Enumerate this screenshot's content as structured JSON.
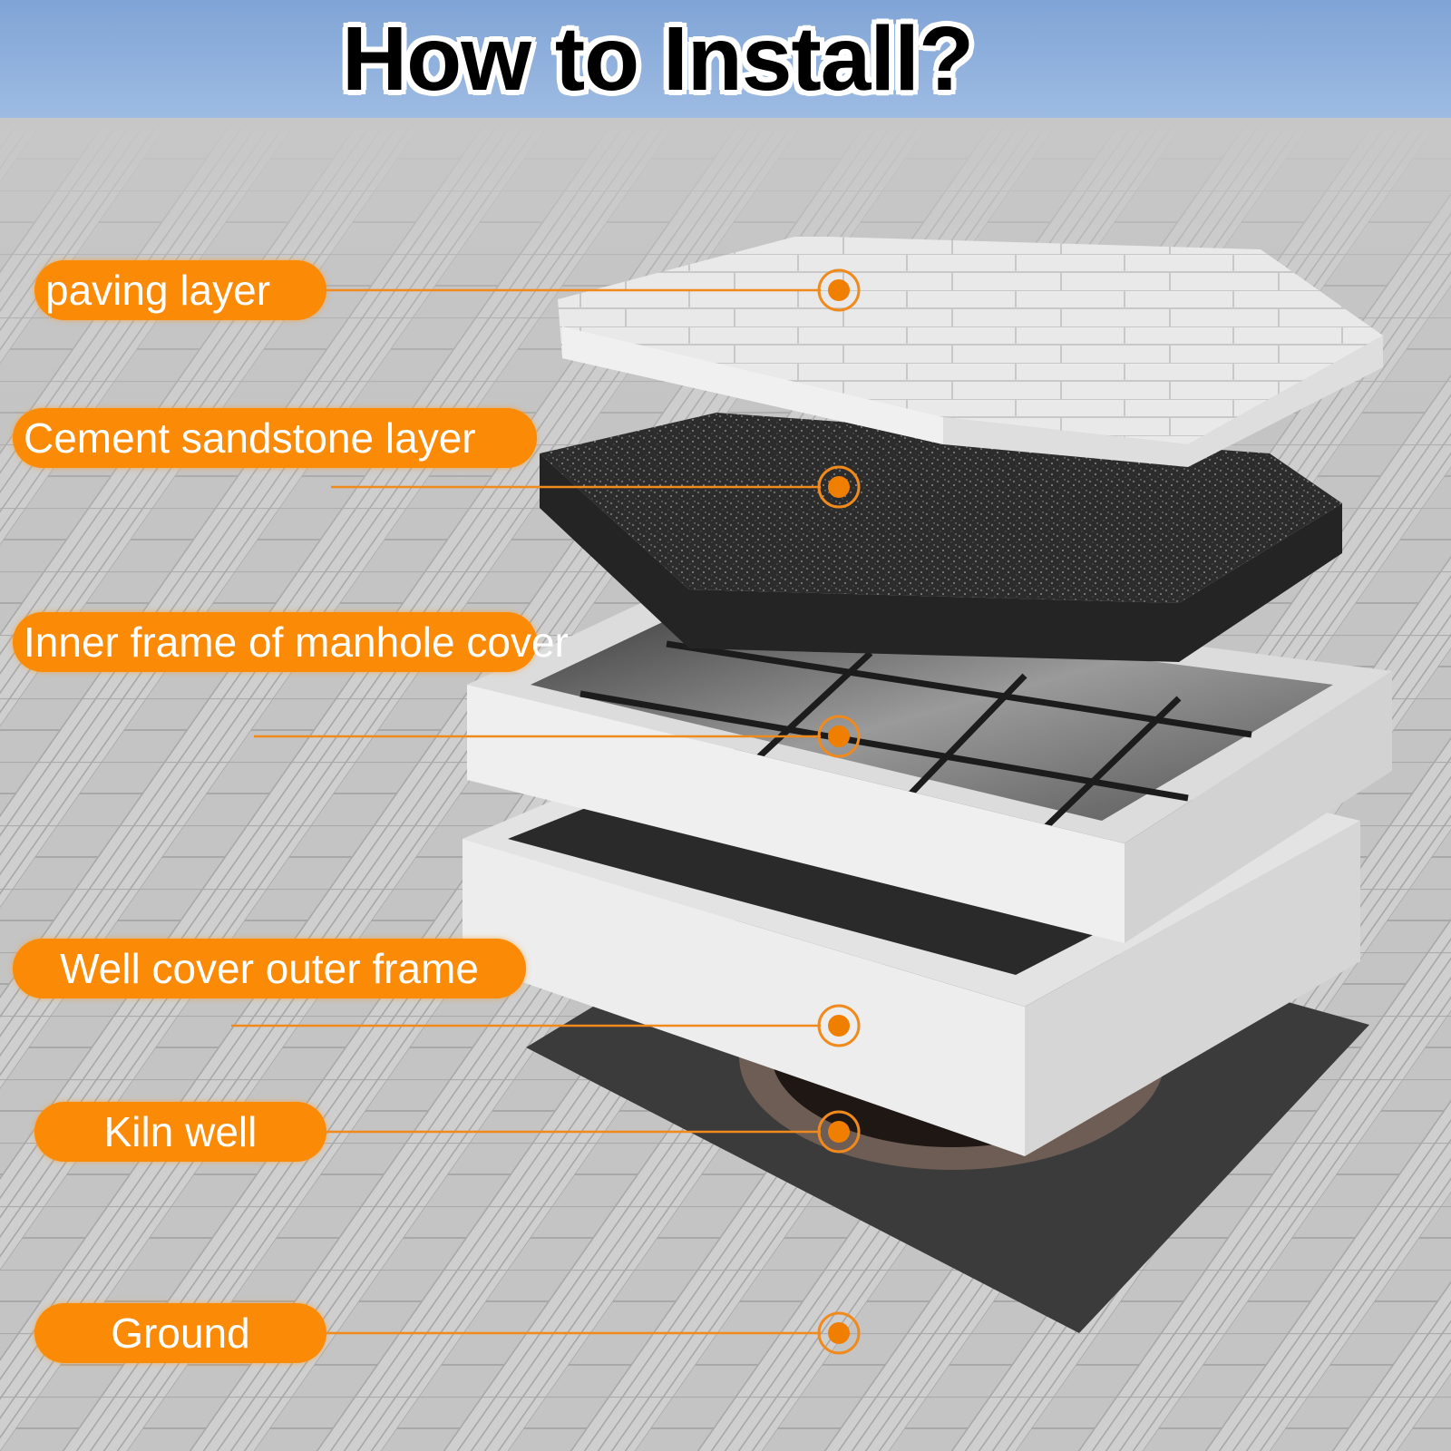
{
  "title": "How to Install?",
  "colors": {
    "header_bg": "#8aaedd",
    "label_bg": "#fb8a06",
    "label_text": "#ffffff",
    "leader_line": "#f08a1c",
    "marker": "#f07f00"
  },
  "layers": [
    {
      "label": "paving layer"
    },
    {
      "label": "Cement sandstone layer"
    },
    {
      "label": "Inner frame of manhole cover"
    },
    {
      "label": "Well cover outer frame"
    },
    {
      "label": "Kiln well"
    },
    {
      "label": "Ground"
    }
  ]
}
